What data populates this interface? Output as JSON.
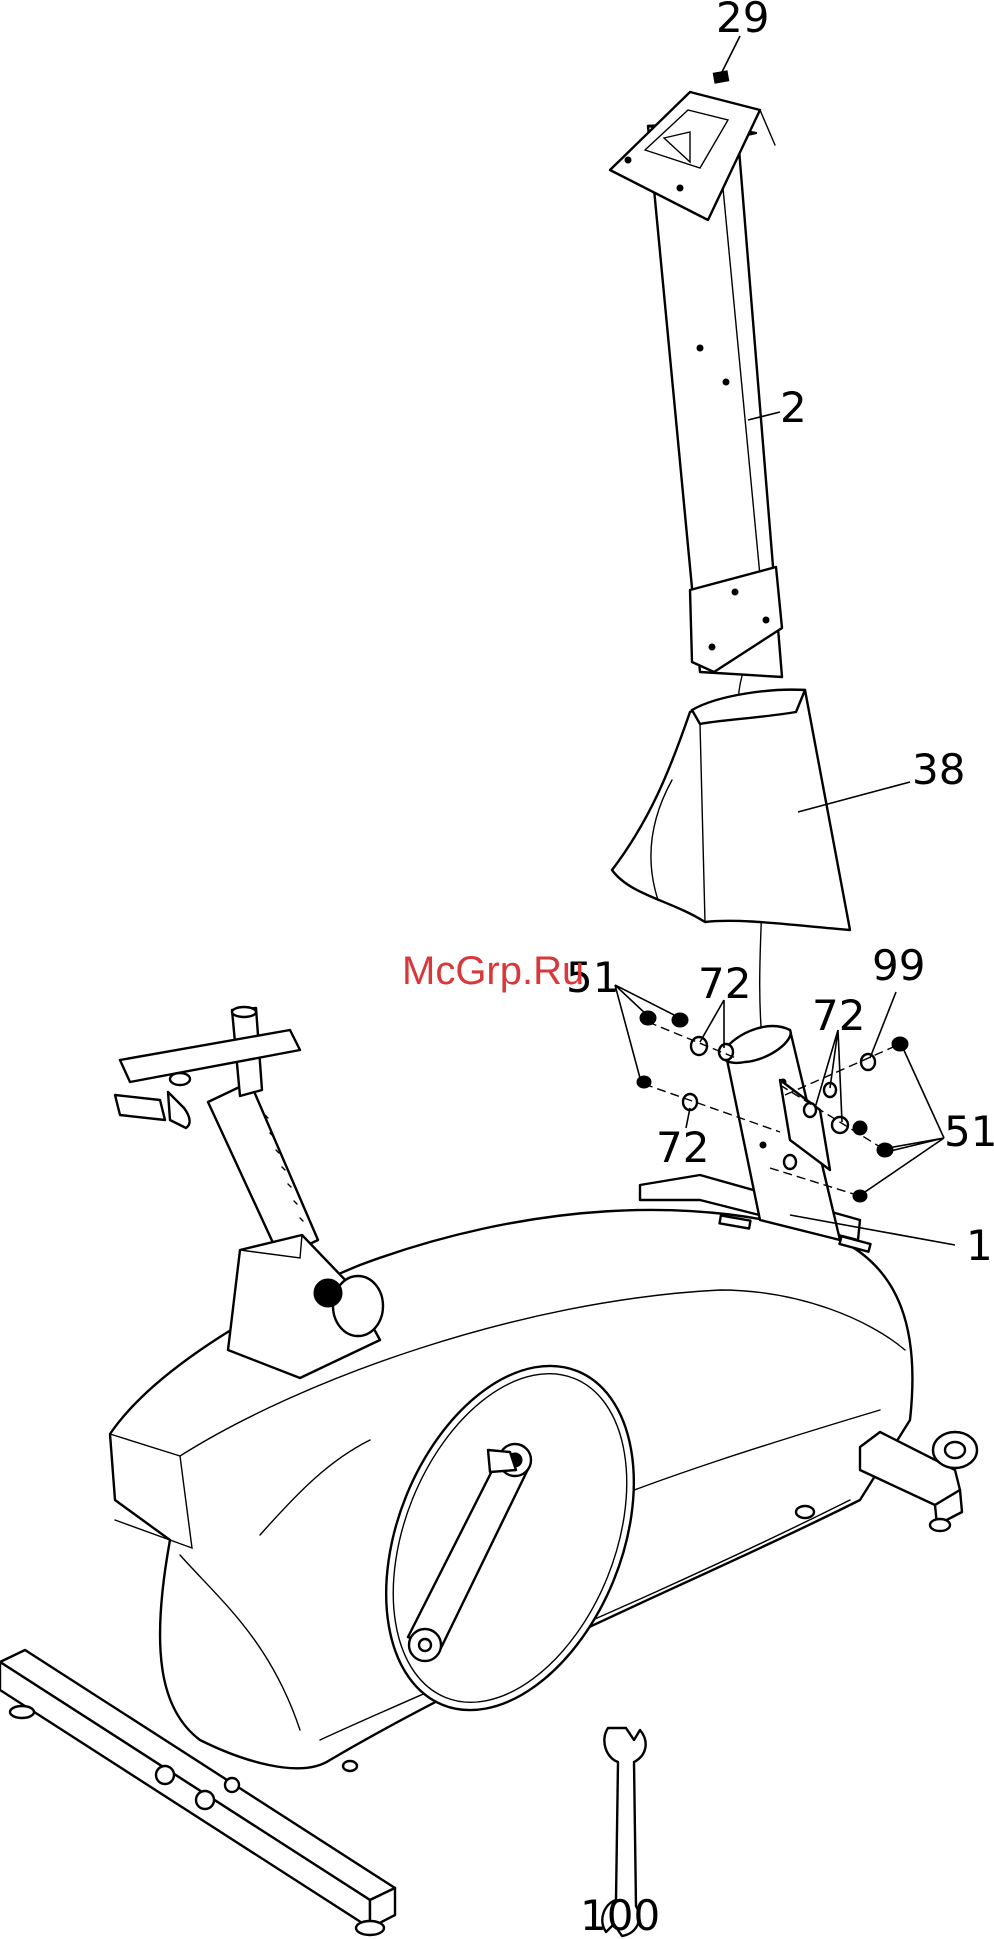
{
  "callouts": {
    "c29": "29",
    "c2": "2",
    "c38": "38",
    "c51_left": "51",
    "c72_top": "72",
    "c72_mid": "72",
    "c72_low": "72",
    "c99": "99",
    "c51_right": "51",
    "c1": "1",
    "c100": "100"
  },
  "watermark": "McGrp.Ru",
  "colors": {
    "line": "#000000",
    "background": "#ffffff",
    "watermark": "#d9383a"
  }
}
